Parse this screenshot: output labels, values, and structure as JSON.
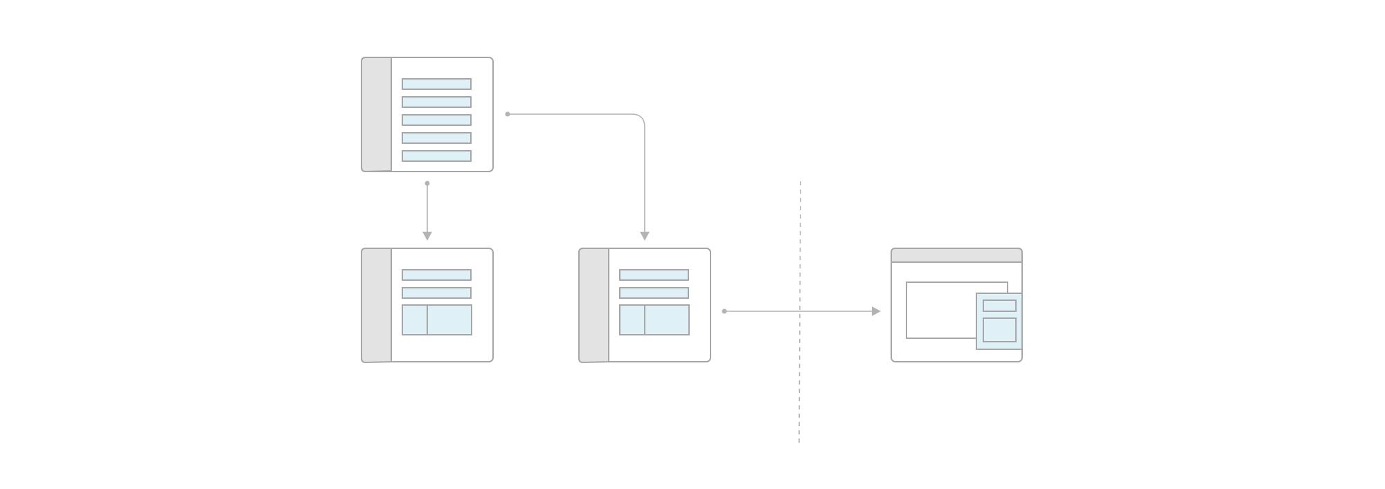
{
  "colors": {
    "background": "#ffffff",
    "stroke": "#a6a6a8",
    "connector": "#b3b3b5",
    "sidebar_fill": "#e4e3e4",
    "field_fill": "#dff0f6",
    "panel_fill": "#ffffff"
  },
  "diagram": {
    "nodes": [
      {
        "id": "list-screen",
        "kind": "sidebar-window",
        "rows": 5,
        "has_grid": false
      },
      {
        "id": "detail-screen-left",
        "kind": "sidebar-window",
        "rows": 2,
        "has_grid": true
      },
      {
        "id": "detail-screen-right",
        "kind": "sidebar-window",
        "rows": 2,
        "has_grid": true
      },
      {
        "id": "external-window",
        "kind": "titlebar-window-with-popup"
      }
    ],
    "edges": [
      {
        "from": "list-screen",
        "to": "detail-screen-left",
        "style": "dot-to-arrow"
      },
      {
        "from": "list-screen",
        "to": "detail-screen-right",
        "style": "dot-to-arrow",
        "shape": "elbow"
      },
      {
        "from": "detail-screen-right",
        "to": "external-window",
        "style": "dot-to-arrow"
      }
    ],
    "divider": {
      "style": "dashed",
      "orientation": "vertical"
    }
  }
}
